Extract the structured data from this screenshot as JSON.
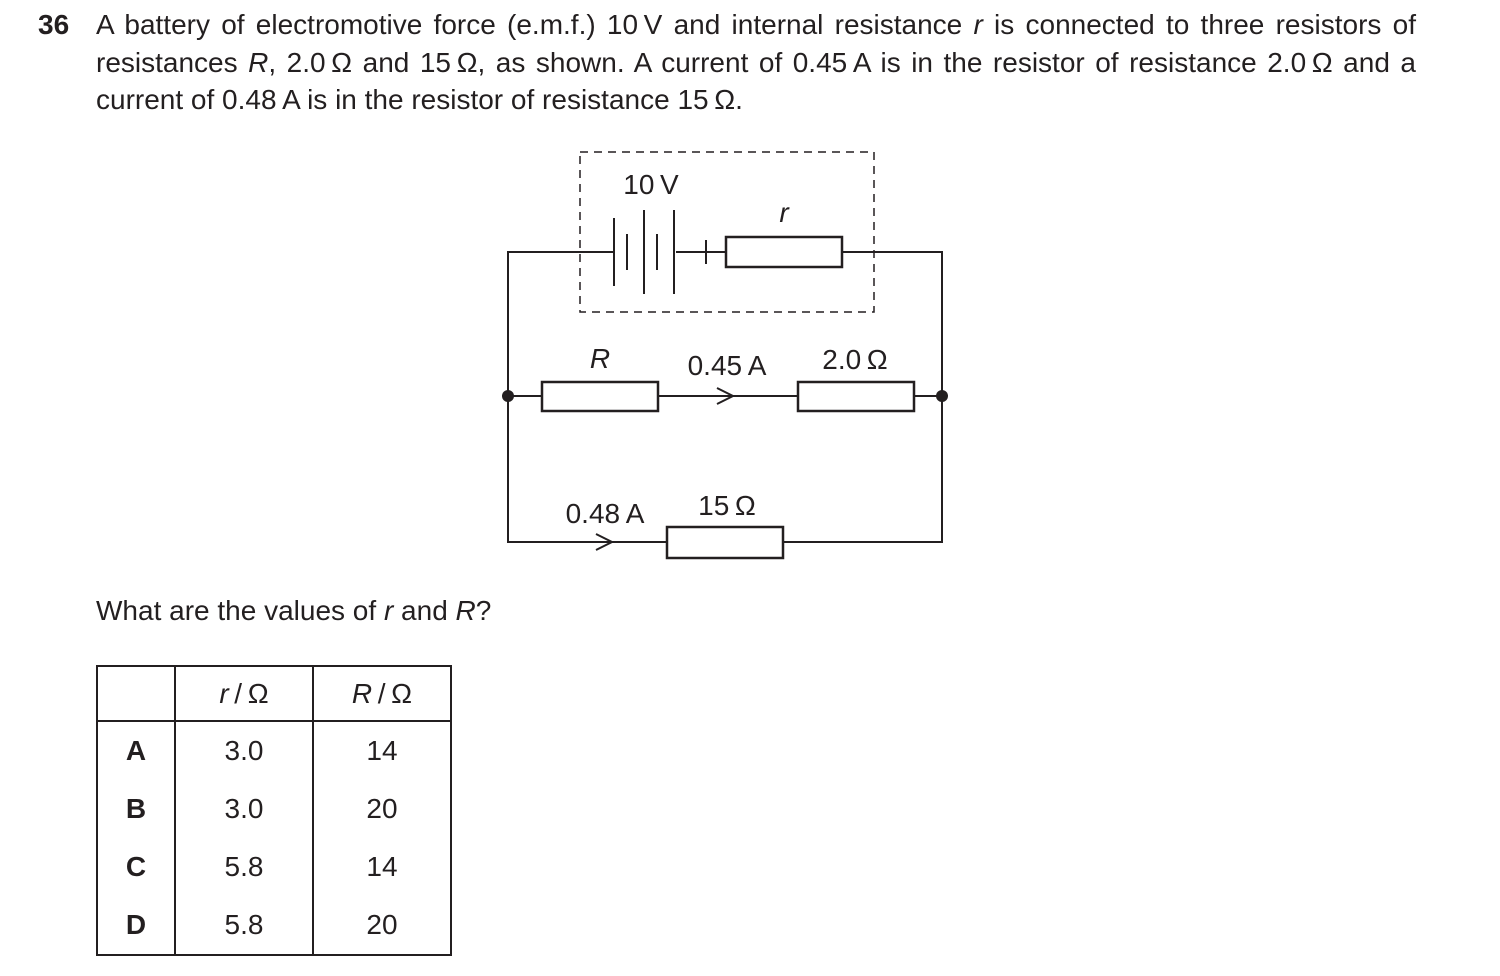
{
  "question": {
    "number": "36",
    "stem_parts": [
      "A battery of electromotive force (e.m.f.) 10 V and internal resistance ",
      "r",
      " is connected to three resistors of resistances ",
      "R",
      ", 2.0 Ω and 15 Ω, as shown. A current of 0.45 A is in the resistor of resistance 2.0 Ω and a current of 0.48 A is in the resistor of resistance 15 Ω."
    ],
    "prompt_parts": [
      "What are the values of ",
      "r",
      " and ",
      "R",
      "?"
    ]
  },
  "circuit": {
    "emf_label": "10 V",
    "internal_resistance_label": "r",
    "resistor_R_label": "R",
    "current_top_label": "0.45 A",
    "resistor_2_label": "2.0 Ω",
    "current_bottom_label": "0.48 A",
    "resistor_15_label": "15 Ω"
  },
  "answer_table": {
    "headers": [
      {
        "symbol": "r",
        "unit": " / Ω"
      },
      {
        "symbol": "R",
        "unit": " / Ω"
      }
    ],
    "rows": [
      {
        "option": "A",
        "r": "3.0",
        "R": "14"
      },
      {
        "option": "B",
        "r": "3.0",
        "R": "20"
      },
      {
        "option": "C",
        "r": "5.8",
        "R": "14"
      },
      {
        "option": "D",
        "r": "5.8",
        "R": "20"
      }
    ]
  }
}
